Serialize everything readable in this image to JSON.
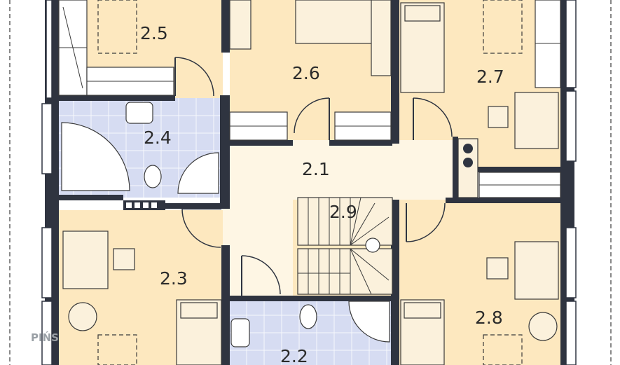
{
  "colors": {
    "bedroom_fill": "#fde8bf",
    "hall_fill": "#fef6e4",
    "bathroom_fill": "#d6dcf2",
    "wall": "#2f3440",
    "background": "#ffffff"
  },
  "rooms": [
    {
      "id": "2.1",
      "label": "2.1",
      "type": "hall"
    },
    {
      "id": "2.2",
      "label": "2.2",
      "type": "bathroom"
    },
    {
      "id": "2.3",
      "label": "2.3",
      "type": "bedroom"
    },
    {
      "id": "2.4",
      "label": "2.4",
      "type": "bathroom"
    },
    {
      "id": "2.5",
      "label": "2.5",
      "type": "bedroom"
    },
    {
      "id": "2.6",
      "label": "2.6",
      "type": "bedroom"
    },
    {
      "id": "2.7",
      "label": "2.7",
      "type": "bedroom"
    },
    {
      "id": "2.8",
      "label": "2.8",
      "type": "bedroom"
    },
    {
      "id": "2.9",
      "label": "2.9",
      "type": "staircase"
    }
  ],
  "watermark": "PIŃS"
}
